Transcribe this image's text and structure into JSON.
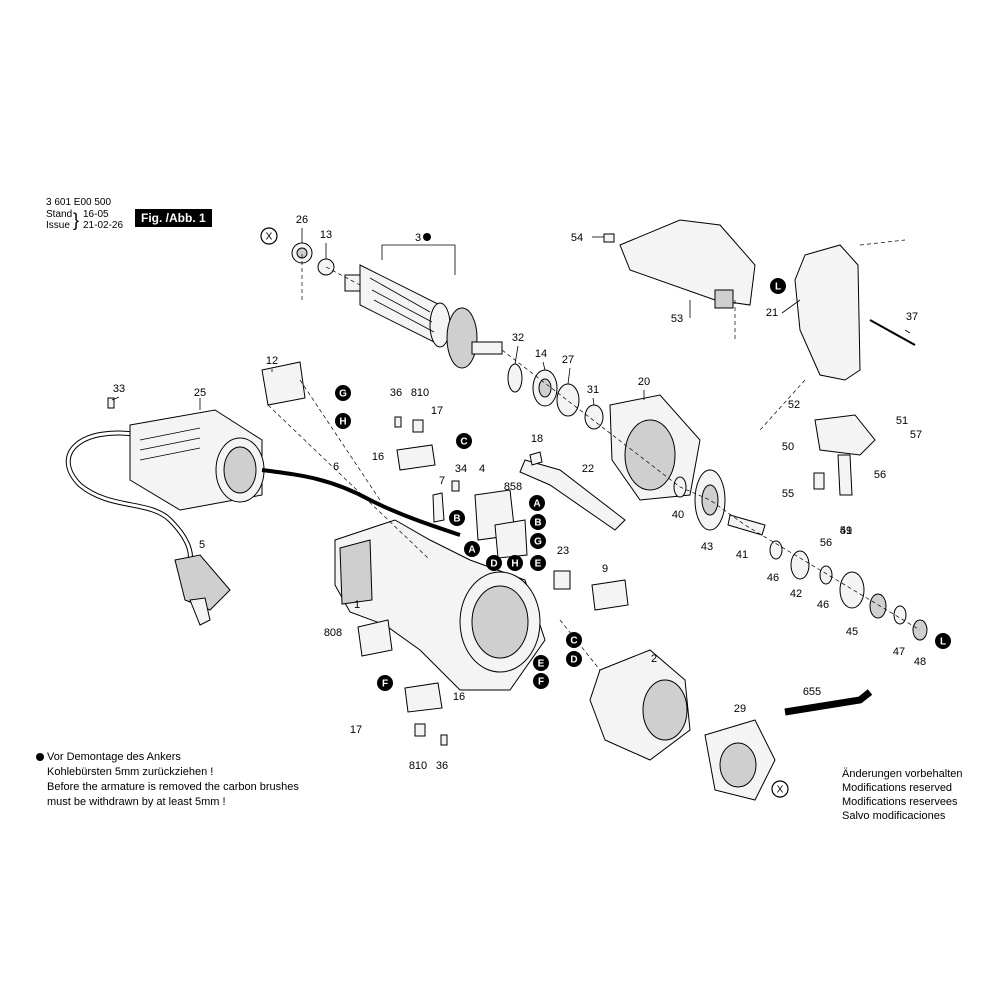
{
  "header": {
    "part_number": "3 601 E00 500",
    "stand_label": "Stand",
    "stand_value": "16-05",
    "issue_label": "Issue",
    "issue_value": "21-02-26",
    "figure_label": "Fig. /Abb. 1"
  },
  "footnote": {
    "line1": "Vor Demontage des Ankers",
    "line2": "Kohlebürsten 5mm zurückziehen !",
    "line3": "Before the armature is removed the carbon brushes",
    "line4": "must be withdrawn by at least 5mm !"
  },
  "modifications": {
    "de": "Änderungen vorbehalten",
    "en": "Modifications reserved",
    "fr": "Modifications reservees",
    "es": "Salvo modificaciones"
  },
  "part_labels": [
    "26",
    "13",
    "3",
    "54",
    "53",
    "21",
    "37",
    "32",
    "14",
    "27",
    "31",
    "20",
    "12",
    "36",
    "810",
    "17",
    "16",
    "18",
    "22",
    "33",
    "25",
    "6",
    "34",
    "4",
    "858",
    "7",
    "1",
    "808",
    "5",
    "23",
    "9",
    "40",
    "43",
    "41",
    "46",
    "42",
    "45",
    "47",
    "48",
    "52",
    "51",
    "57",
    "50",
    "56",
    "55",
    "49",
    "2",
    "29",
    "655"
  ],
  "markers": [
    "X",
    "L",
    "G",
    "H",
    "C",
    "B",
    "A",
    "D",
    "E",
    "F"
  ]
}
